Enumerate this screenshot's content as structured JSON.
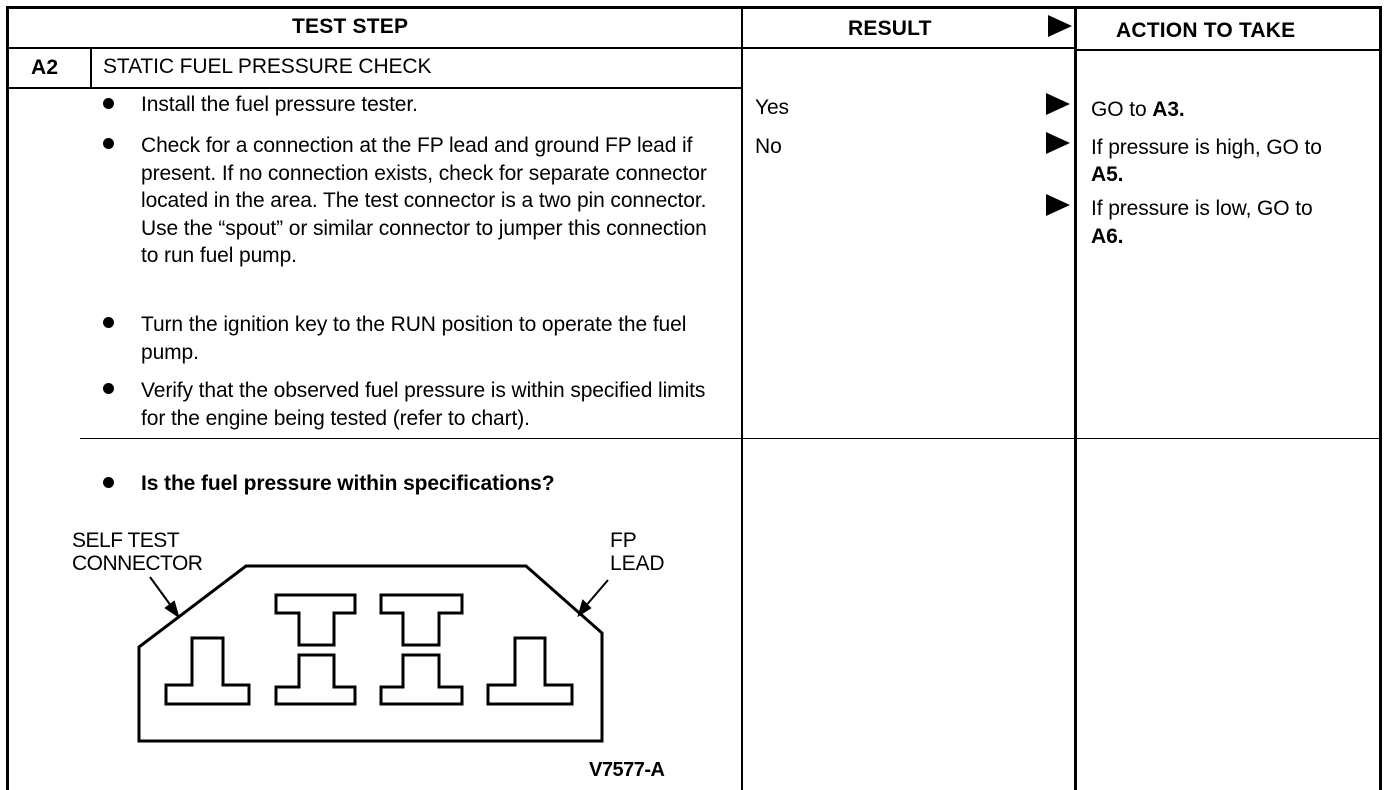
{
  "header": {
    "test_step": "TEST STEP",
    "result": "RESULT",
    "action_to_take": "ACTION TO TAKE"
  },
  "step": {
    "id": "A2",
    "title": "STATIC FUEL PRESSURE CHECK",
    "items": [
      "Install the fuel pressure tester.",
      "Check for a connection at the FP lead and ground FP lead if present. If no connection exists, check for separate connector located in the area. The test connector is a two pin connector. Use the “spout” or similar connector to jumper this connection to run fuel pump.",
      "Turn the ignition key to the RUN position to operate the fuel pump.",
      "Verify that the observed fuel pressure is within specified limits for the engine being tested (refer to chart).",
      "Is the fuel pressure within specifications?"
    ]
  },
  "results": {
    "yes": "Yes",
    "no": "No"
  },
  "actions": {
    "yes_action_prefix": "GO to ",
    "yes_action_target": "A3.",
    "high_action": "If pressure is high, GO to",
    "high_action_target": "A5.",
    "low_action": "If pressure is low, GO to",
    "low_action_target": "A6."
  },
  "diagram": {
    "label_left_1": "SELF TEST",
    "label_left_2": "CONNECTOR",
    "label_right_1": "FP",
    "label_right_2": "LEAD",
    "figure_id": "V7577-A"
  }
}
